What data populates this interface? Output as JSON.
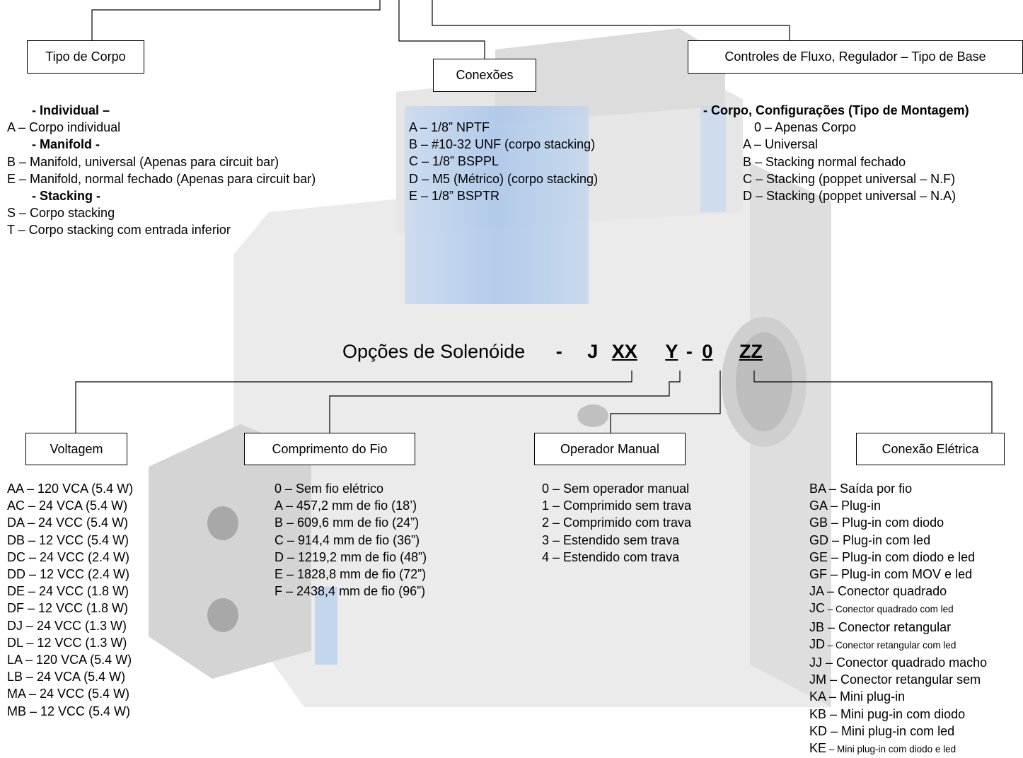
{
  "labels": {
    "tipo_corpo": "Tipo de Corpo",
    "conexoes": "Conexões",
    "controles": "Controles de Fluxo, Regulador – Tipo de Base",
    "voltagem": "Voltagem",
    "comprimento": "Comprimento do Fio",
    "operador": "Operador Manual",
    "conexao_eletrica": "Conexão Elétrica"
  },
  "solenoide": {
    "title": "Opções de Solenóide",
    "dash": "-",
    "j": "J",
    "xx": "XX",
    "y": "Y",
    "dash2": "-",
    "zero": "0",
    "zz": "ZZ"
  },
  "tipo_corpo_list": [
    "- Individual –",
    "A – Corpo individual",
    "- Manifold -",
    "B – Manifold, universal (Apenas para circuit bar)",
    "E – Manifold, normal fechado (Apenas para circuit bar)",
    "- Stacking -",
    "S – Corpo stacking",
    "T – Corpo stacking com entrada inferior"
  ],
  "conexoes_list": [
    "A – 1/8” NPTF",
    "B – #10-32 UNF (corpo stacking)",
    "C – 1/8” BSPPL",
    "D – M5 (Métrico) (corpo stacking)",
    "E – 1/8” BSPTR"
  ],
  "controles_list": [
    "- Corpo, Configurações (Tipo de Montagem)",
    "0 – Apenas Corpo",
    "A – Universal",
    "B – Stacking normal fechado",
    "C – Stacking (poppet universal – N.F)",
    "D – Stacking (poppet universal – N.A)"
  ],
  "voltagem_list": [
    "AA – 120 VCA (5.4 W)",
    "AC – 24 VCA (5.4 W)",
    "DA – 24 VCC (5.4 W)",
    "DB – 12 VCC (5.4 W)",
    "DC – 24 VCC (2.4 W)",
    "DD – 12 VCC (2.4 W)",
    "DE – 24 VCC (1.8 W)",
    "DF – 12 VCC (1.8 W)",
    "DJ – 24 VCC (1.3 W)",
    "DL – 12 VCC (1.3 W)",
    "LA – 120 VCA (5.4 W)",
    "LB – 24 VCA (5.4 W)",
    "MA – 24 VCC (5.4 W)",
    "MB – 12 VCC (5.4 W)"
  ],
  "comprimento_list": [
    "0 – Sem fio elétrico",
    "A – 457,2 mm de fio (18’)",
    "B – 609,6 mm de fio (24”)",
    "C – 914,4 mm de fio (36”)",
    "D – 1219,2 mm de fio (48”)",
    "E – 1828,8 mm de fio (72”)",
    "F – 2438,4 mm de fio (96”)"
  ],
  "operador_list": [
    "0 – Sem operador manual",
    "1 – Comprimido sem trava",
    "2 – Comprimido com trava",
    "3 – Estendido sem trava",
    "4 – Estendido com trava"
  ],
  "conexao_eletrica_list": [
    {
      "code": "BA",
      "text": "Saída por fio",
      "small": false
    },
    {
      "code": "GA",
      "text": "Plug-in",
      "small": false
    },
    {
      "code": "GB",
      "text": "Plug-in com diodo",
      "small": false
    },
    {
      "code": "GD",
      "text": "Plug-in com led",
      "small": false
    },
    {
      "code": "GE",
      "text": "Plug-in com diodo e led",
      "small": false
    },
    {
      "code": "GF",
      "text": "Plug-in com MOV e led",
      "small": false
    },
    {
      "code": "JA",
      "text": "Conector quadrado",
      "small": false
    },
    {
      "code": "JC",
      "text": "Conector quadrado com led",
      "small": true
    },
    {
      "code": "JB",
      "text": "Conector retangular",
      "small": false
    },
    {
      "code": "JD",
      "text": "Conector retangular com led",
      "small": true
    },
    {
      "code": "JJ",
      "text": "Conector quadrado macho",
      "small": false
    },
    {
      "code": "JM",
      "text": "Conector retangular sem",
      "small": false
    },
    {
      "code": "KA",
      "text": "Mini plug-in",
      "small": false
    },
    {
      "code": "KB",
      "text": "Mini pug-in com diodo",
      "small": false
    },
    {
      "code": "KD",
      "text": "Mini plug-in com led",
      "small": false
    },
    {
      "code": "KE",
      "text": "Mini plug-in com diodo e led",
      "small": true
    }
  ],
  "colors": {
    "valve_gray": "#e8e8e8",
    "valve_blue": "#b9cfe8",
    "line": "#000000"
  }
}
